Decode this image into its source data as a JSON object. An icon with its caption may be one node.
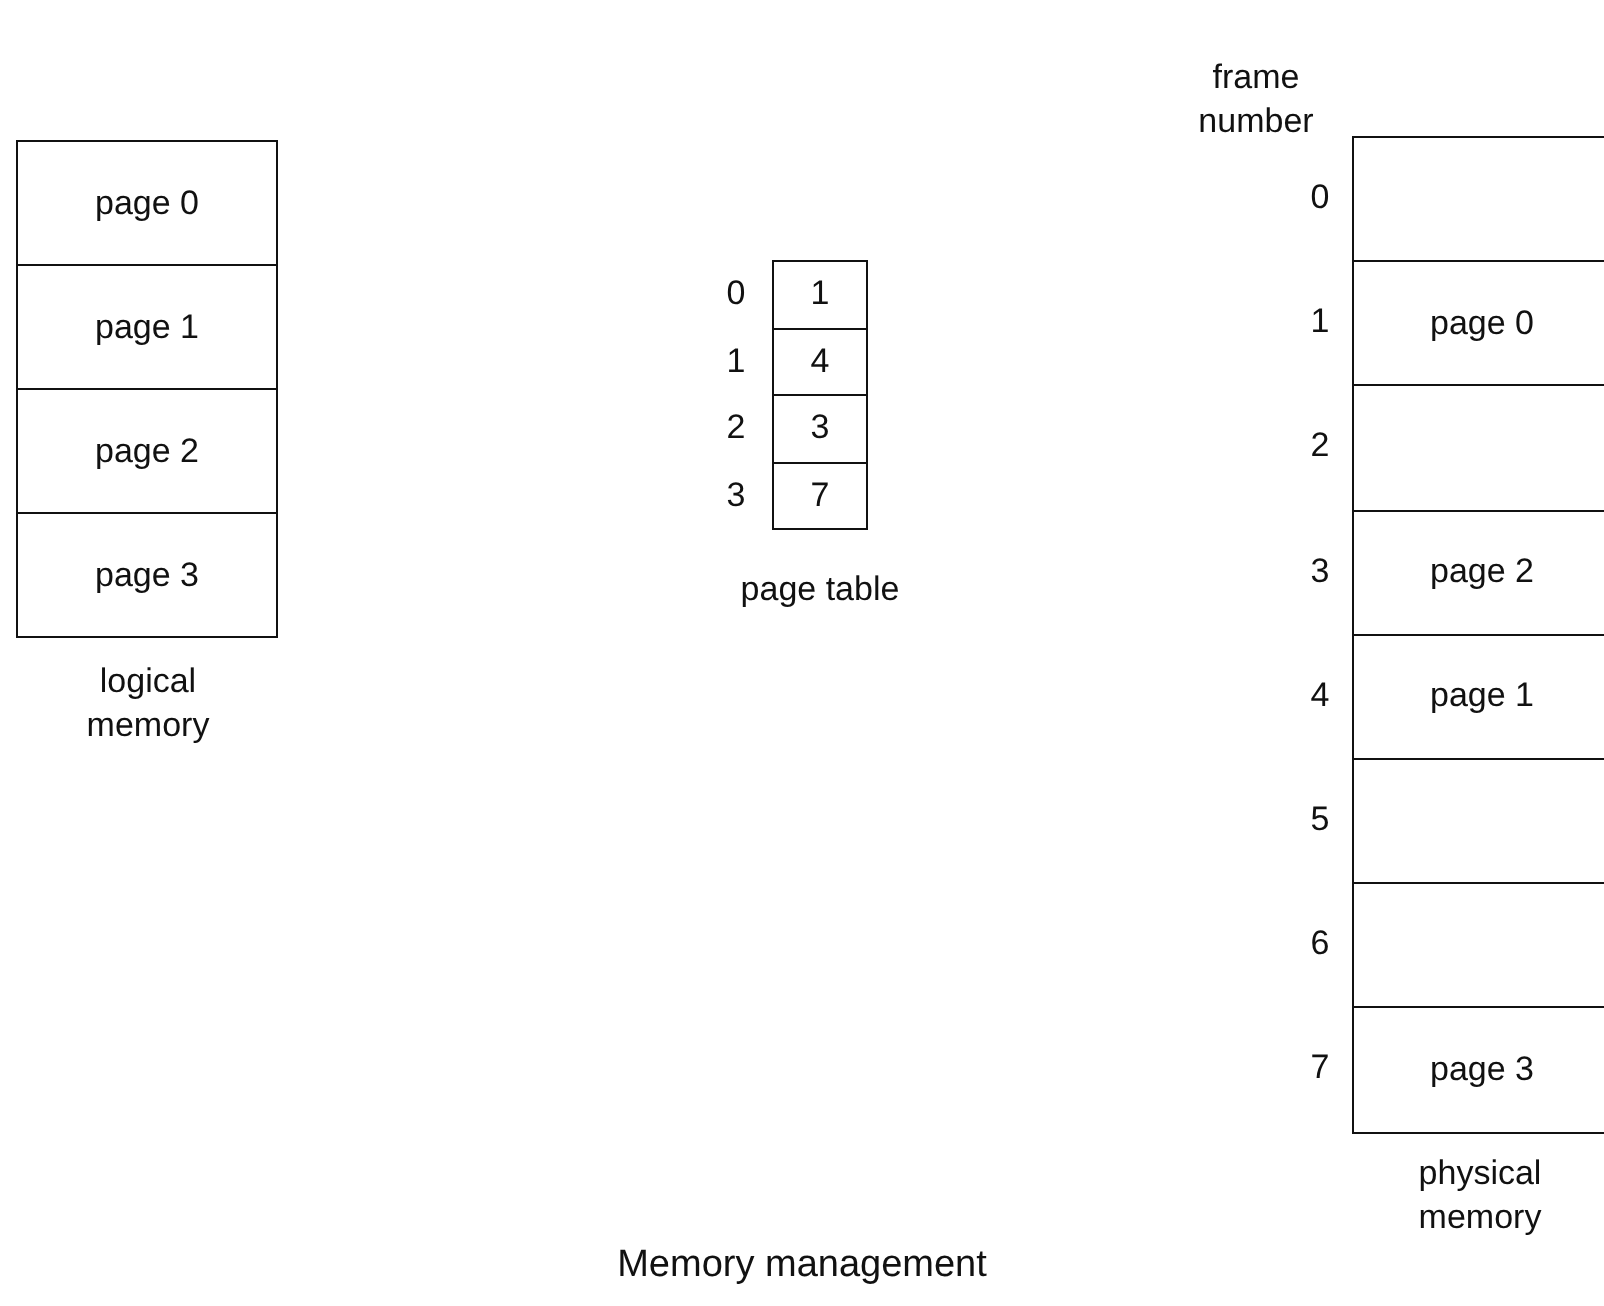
{
  "diagram": {
    "caption": "Memory management",
    "nodes": [
      {
        "text": [
          "page 0"
        ]
      },
      {
        "text": [
          "page 1"
        ]
      },
      {
        "text": [
          "page 2"
        ]
      },
      {
        "text": [
          "page 3"
        ]
      },
      {
        "text": [
          "1"
        ]
      },
      {
        "text": [
          "4"
        ]
      },
      {
        "text": [
          "3"
        ]
      },
      {
        "text": [
          "7"
        ]
      },
      {
        "text": [],
        "shape": "box"
      },
      {
        "text": [
          "page 0"
        ]
      },
      {
        "text": [],
        "shape": "box"
      },
      {
        "text": [
          "page 2"
        ]
      },
      {
        "text": [
          "page 1"
        ]
      },
      {
        "text": [],
        "shape": "box"
      },
      {
        "text": [],
        "shape": "box"
      },
      {
        "text": [
          "page 3"
        ]
      }
    ],
    "labels": [
      "frame number",
      "0",
      "1",
      "2",
      "3",
      "page table",
      "logical memory",
      "0",
      "1",
      "2",
      "3",
      "4",
      "5",
      "6",
      "7",
      "physical memory"
    ]
  }
}
